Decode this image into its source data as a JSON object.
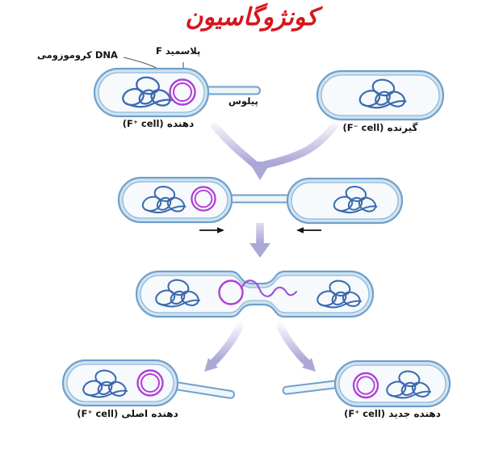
{
  "title": "کونژوگاسیون",
  "annotations": {
    "chromosomal_dna": "DNA کروموزومی",
    "f_plasmid": "پلاسمید F",
    "pilus": "پیلوس"
  },
  "cells": {
    "donor": {
      "name": "دهنده",
      "type": "(F⁺ cell)"
    },
    "recipient": {
      "name": "گیرنده",
      "type": "(F⁻ cell)"
    },
    "original_donor": {
      "name": "دهنده اصلی",
      "type": "(F⁺ cell)"
    },
    "new_donor": {
      "name": "دهنده جدید",
      "type": "(F⁺ cell)"
    }
  },
  "colors": {
    "title": "#d5161d",
    "cell_outline": "#6fa0ca",
    "cell_membrane": "#cfe3f2",
    "cell_fill": "#f6fafd",
    "chromosome": "#3c6aae",
    "plasmid": "#b23ed6",
    "transfer_strand": "#9a55d8",
    "flow_arrow": "#aba7d6",
    "step_arrow": "#111111",
    "label_text": "#141414"
  }
}
